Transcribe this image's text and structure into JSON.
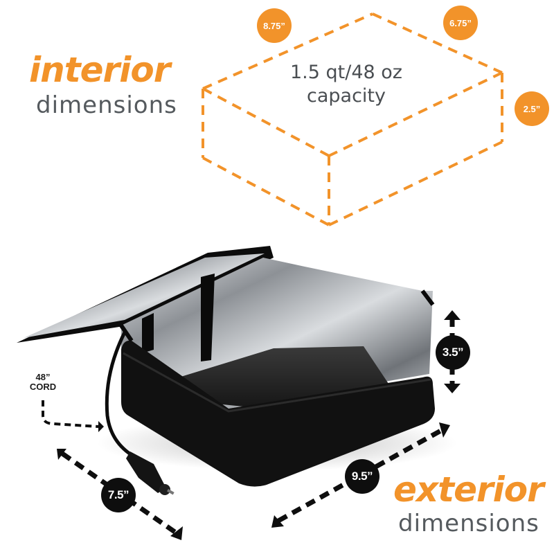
{
  "interior": {
    "title": "interior",
    "subtitle": "dimensions",
    "capacity_line1": "1.5 qt/48 oz",
    "capacity_line2": "capacity",
    "length": "8.75”",
    "width": "6.75”",
    "height": "2.5”"
  },
  "exterior": {
    "title": "exterior",
    "subtitle": "dimensions",
    "height": "3.5”",
    "length": "9.5”",
    "width": "7.5”"
  },
  "cord": {
    "line1": "48”",
    "line2": "CORD"
  },
  "colors": {
    "accent": "#f2932a",
    "text_gray": "#555a5e",
    "badge_black": "#0e0e0e",
    "bag_black": "#111111",
    "foil": "#b9bcc0"
  }
}
